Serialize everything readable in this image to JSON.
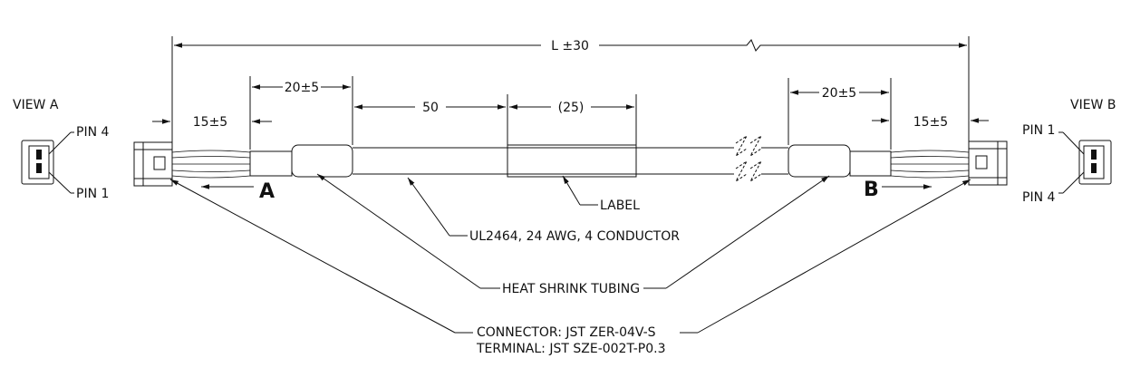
{
  "dimensions": {
    "overall": "L ±30",
    "left_outer": "15±5",
    "left_inner": "20±5",
    "label_offset": "50",
    "label_width": "(25)",
    "right_inner": "20±5",
    "right_outer": "15±5"
  },
  "views": {
    "view_a": {
      "title": "VIEW A",
      "pin_top": "PIN 4",
      "pin_bottom": "PIN 1"
    },
    "view_b": {
      "title": "VIEW B",
      "pin_top": "PIN 1",
      "pin_bottom": "PIN 4"
    }
  },
  "markers": {
    "a": "A",
    "b": "B"
  },
  "callouts": {
    "label": "LABEL",
    "cable": "UL2464, 24 AWG, 4 CONDUCTOR",
    "heat_shrink": "HEAT SHRINK TUBING",
    "connector": "CONNECTOR: JST ZER-04V-S",
    "terminal": "TERMINAL: JST SZE-002T-P0.3"
  },
  "colors": {
    "line": "#111111",
    "background": "#ffffff"
  }
}
